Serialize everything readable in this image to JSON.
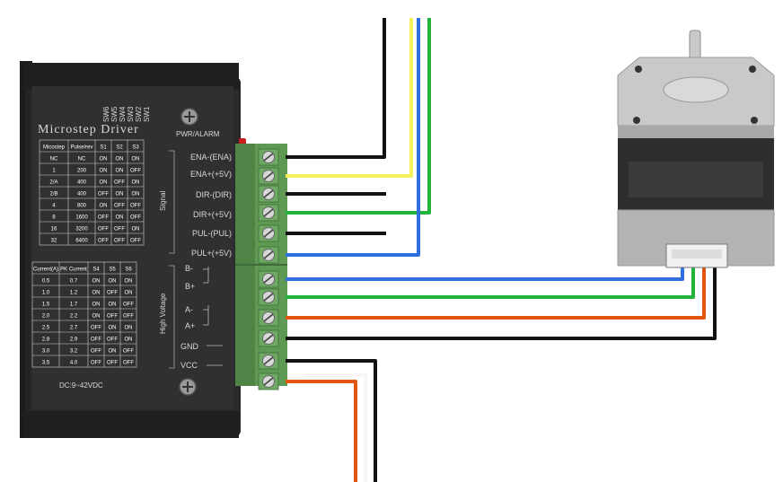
{
  "driver": {
    "title": "Microstep Driver",
    "pwr_alarm": "PWR/ALARM",
    "dc_range": "DC:9~42VDC",
    "signal_group": "Signal",
    "power_group": "High Voltage",
    "switch_labels": [
      "SW6",
      "SW5",
      "SW4",
      "SW3",
      "SW2",
      "SW1"
    ],
    "signal_terminals": [
      "ENA-(ENA)",
      "ENA+(+5V)",
      "DIR-(DIR)",
      "DIR+(+5V)",
      "PUL-(PUL)",
      "PUL+(+5V)"
    ],
    "power_terminals": [
      "B-",
      "B+",
      "A-",
      "A+",
      "GND",
      "VCC"
    ],
    "microstep_table": {
      "headers": [
        "Micostep",
        "Pulse/rev",
        "S1",
        "S2",
        "S3"
      ],
      "rows": [
        [
          "NC",
          "NC",
          "ON",
          "ON",
          "ON"
        ],
        [
          "1",
          "200",
          "ON",
          "ON",
          "OFF"
        ],
        [
          "2/A",
          "400",
          "ON",
          "OFF",
          "ON"
        ],
        [
          "2/B",
          "400",
          "OFF",
          "ON",
          "ON"
        ],
        [
          "4",
          "800",
          "ON",
          "OFF",
          "OFF"
        ],
        [
          "8",
          "1600",
          "OFF",
          "ON",
          "OFF"
        ],
        [
          "16",
          "3200",
          "OFF",
          "OFF",
          "ON"
        ],
        [
          "32",
          "6400",
          "OFF",
          "OFF",
          "OFF"
        ]
      ]
    },
    "current_table": {
      "headers": [
        "Current(A)",
        "PK Current",
        "S4",
        "S5",
        "S6"
      ],
      "rows": [
        [
          "0.5",
          "0.7",
          "ON",
          "ON",
          "ON"
        ],
        [
          "1.0",
          "1.2",
          "ON",
          "OFF",
          "ON"
        ],
        [
          "1.5",
          "1.7",
          "ON",
          "ON",
          "OFF"
        ],
        [
          "2.0",
          "2.2",
          "ON",
          "OFF",
          "OFF"
        ],
        [
          "2.5",
          "2.7",
          "OFF",
          "ON",
          "ON"
        ],
        [
          "2.8",
          "2.9",
          "OFF",
          "OFF",
          "ON"
        ],
        [
          "3.0",
          "3.2",
          "OFF",
          "ON",
          "OFF"
        ],
        [
          "3.5",
          "4.0",
          "OFF",
          "OFF",
          "OFF"
        ]
      ]
    }
  },
  "colors": {
    "driver_body": "#2b2b2b",
    "terminal_block": "#5f9a55",
    "wire_black": "#111111",
    "wire_yellow": "#f4ef5a",
    "wire_blue": "#2f6fe0",
    "wire_green": "#22b43a",
    "wire_orange": "#e2570f",
    "motor_body": "#b9b9b9"
  },
  "icons": [
    "screw-icon",
    "terminal-screw-icon",
    "motor-icon"
  ]
}
